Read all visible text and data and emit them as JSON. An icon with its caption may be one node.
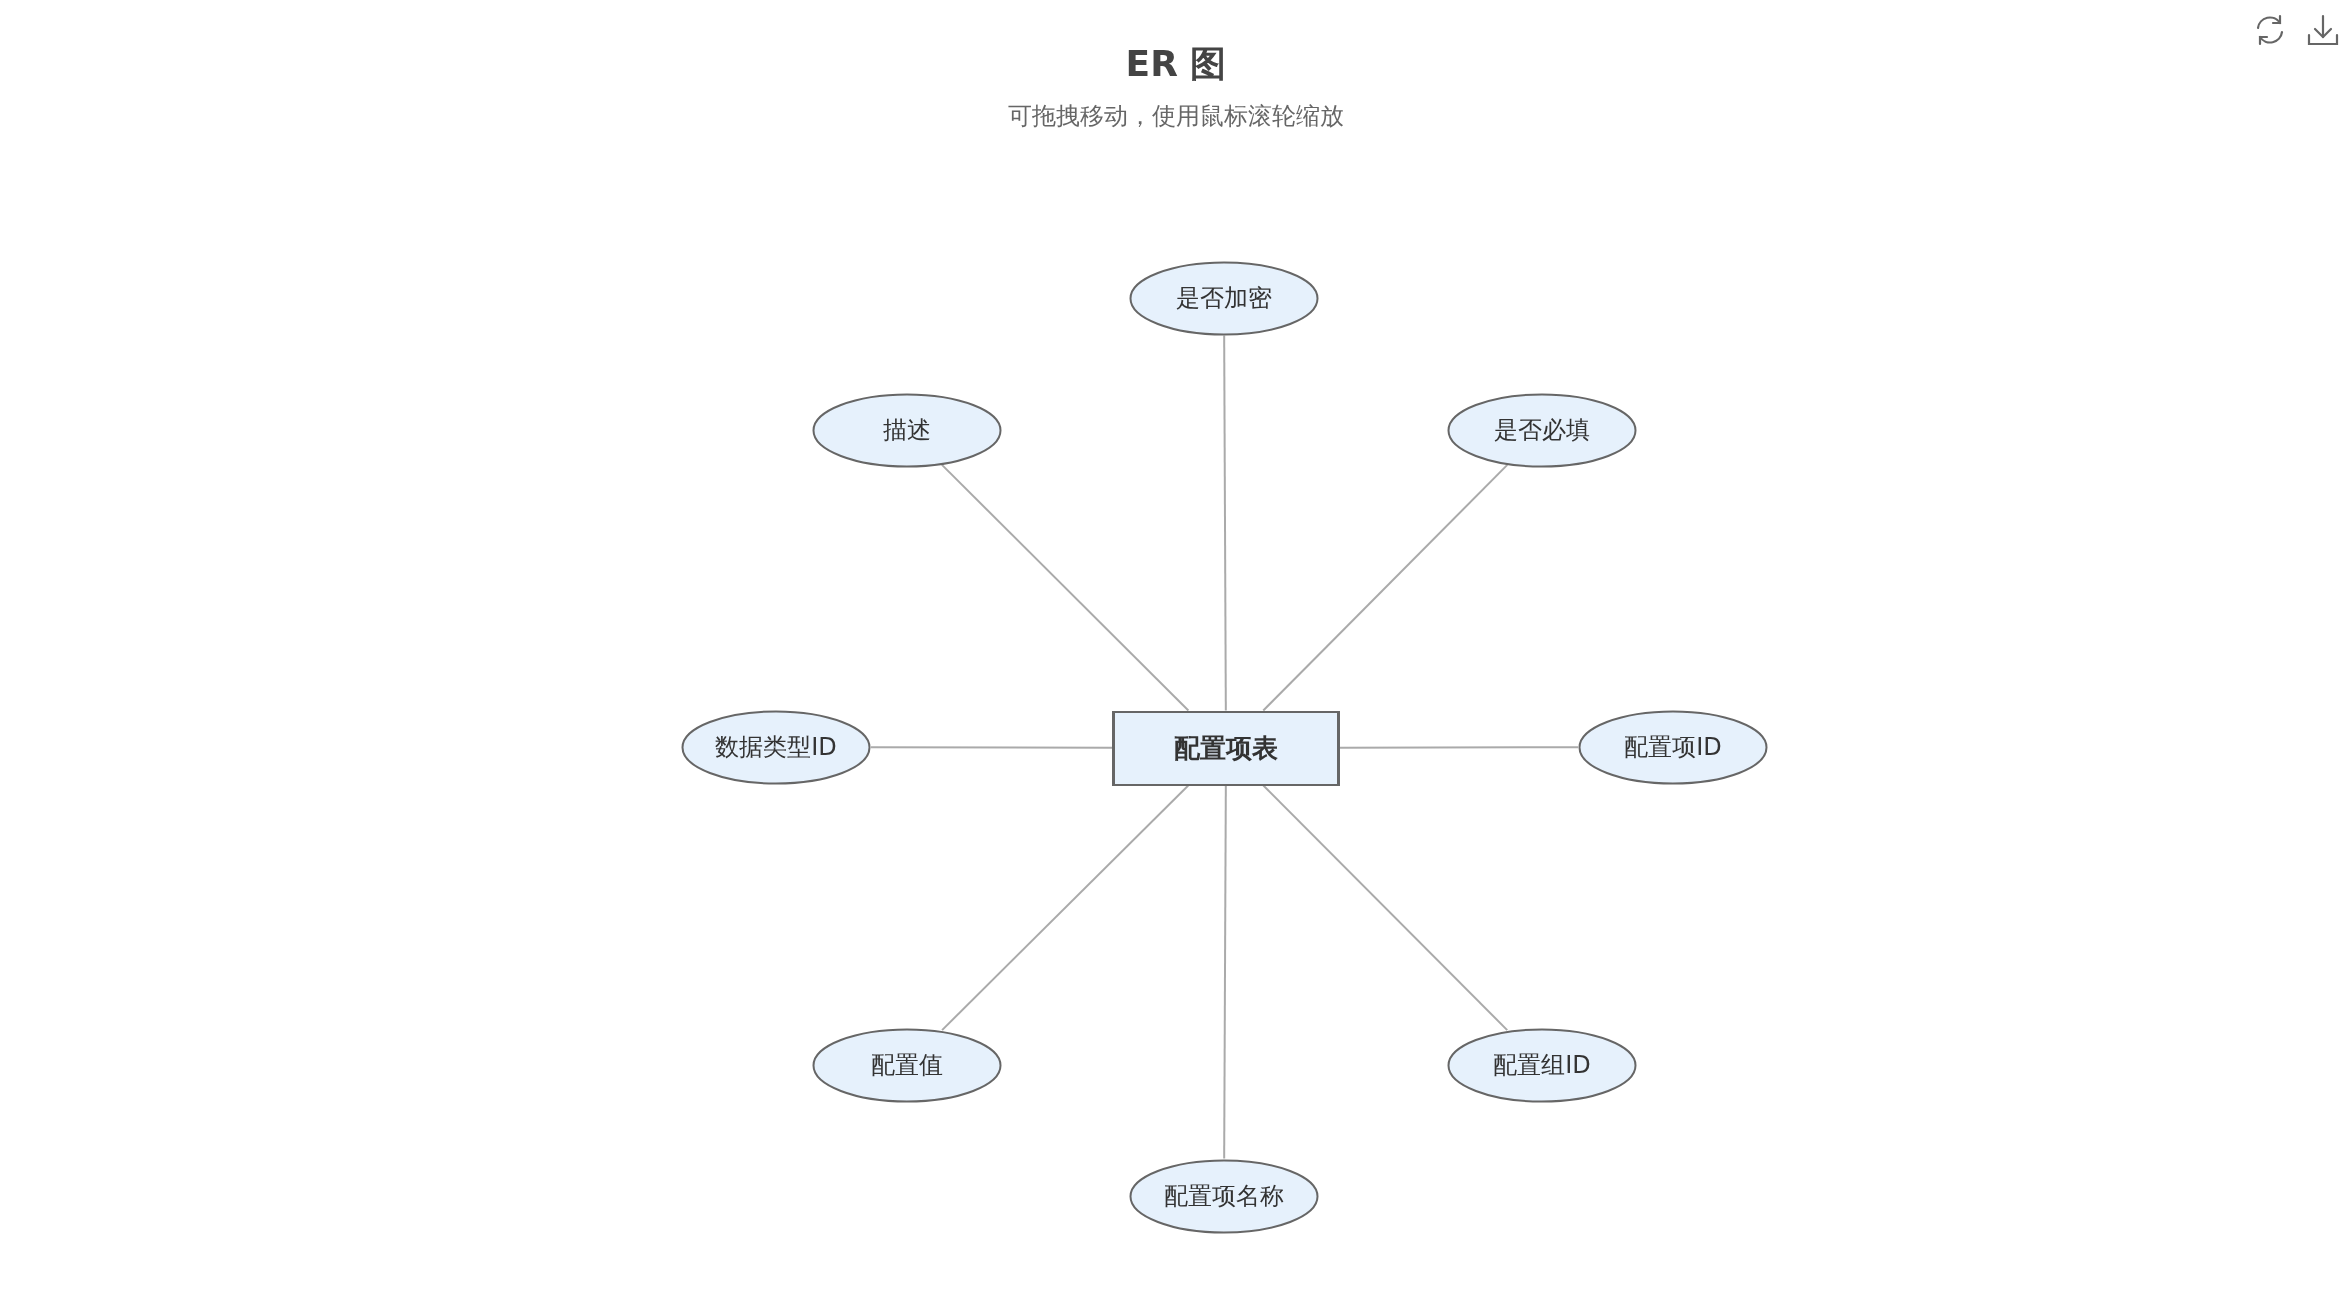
{
  "diagram": {
    "title": "ER 图",
    "caption": "可拖拽移动，使用鼠标滚轮缩放",
    "nodes": [
      {
        "text": [
          "配置项表"
        ]
      },
      {
        "text": [
          "是否加密"
        ]
      },
      {
        "text": [
          "描述"
        ]
      },
      {
        "text": [
          "是否必填"
        ]
      },
      {
        "text": [
          "数据类型ID"
        ]
      },
      {
        "text": [
          "配置项ID"
        ]
      },
      {
        "text": [
          "配置值"
        ]
      },
      {
        "text": [
          "配置组ID"
        ]
      },
      {
        "text": [
          "配置项名称"
        ]
      }
    ],
    "edges": [
      {
        "from": 0,
        "to": 1,
        "arrow": "none"
      },
      {
        "from": 0,
        "to": 2,
        "arrow": "none"
      },
      {
        "from": 0,
        "to": 3,
        "arrow": "none"
      },
      {
        "from": 0,
        "to": 4,
        "arrow": "none"
      },
      {
        "from": 0,
        "to": 5,
        "arrow": "none"
      },
      {
        "from": 0,
        "to": 6,
        "arrow": "none"
      },
      {
        "from": 0,
        "to": 7,
        "arrow": "none"
      },
      {
        "from": 0,
        "to": 8,
        "arrow": "none"
      }
    ]
  }
}
